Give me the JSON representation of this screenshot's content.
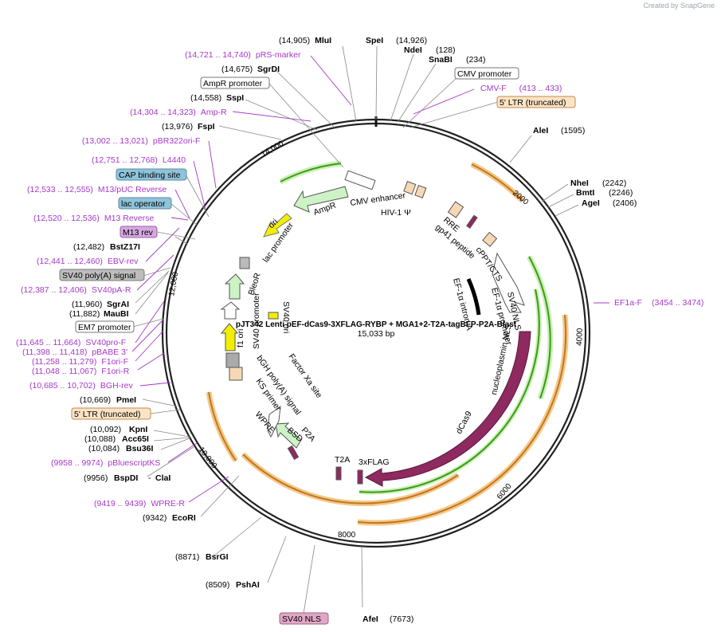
{
  "credit": "Created by SnapGene",
  "plasmid": {
    "name": "pJT342 Lenti pEF-dCas9-3XFLAG-RYBP + MGA1+2-T2A-tagBFP-P2A-Blast",
    "length_text": "15,033 bp",
    "length": 15033
  },
  "ticks": [
    {
      "label": "2000",
      "bp": 2000
    },
    {
      "label": "4000",
      "bp": 4000
    },
    {
      "label": "6000",
      "bp": 6000
    },
    {
      "label": "8000",
      "bp": 8000
    },
    {
      "label": "10,000",
      "bp": 10000
    },
    {
      "label": "12,000",
      "bp": 12000
    },
    {
      "label": "14,000",
      "bp": 14000
    }
  ],
  "enzymes_right": [
    {
      "name": "MluI",
      "pos": "(14,905)"
    },
    {
      "name": "SpeI",
      "pos": "(14,926)"
    },
    {
      "name": "NdeI",
      "pos": "(128)"
    },
    {
      "name": "SnaBI",
      "pos": "(234)"
    },
    {
      "name": "AleI",
      "pos": "(1595)"
    },
    {
      "name": "NheI",
      "pos": "(2242)"
    },
    {
      "name": "BmtI",
      "pos": "(2246)"
    },
    {
      "name": "AgeI",
      "pos": "(2406)"
    },
    {
      "name": "AfeI",
      "pos": "(7673)"
    }
  ],
  "enzymes_left": [
    {
      "name": "SgrDI",
      "pos": "(14,675)"
    },
    {
      "name": "SspI",
      "pos": "(14,558)"
    },
    {
      "name": "FspI",
      "pos": "(13,976)"
    },
    {
      "name": "BstZ17I",
      "pos": "(12,482)"
    },
    {
      "name": "SgrAI",
      "pos": "(11,960)"
    },
    {
      "name": "MauBI",
      "pos": "(11,882)"
    },
    {
      "name": "PmeI",
      "pos": "(10,669)"
    },
    {
      "name": "KpnI",
      "pos": "(10,092)"
    },
    {
      "name": "Acc65I",
      "pos": "(10,088)"
    },
    {
      "name": "Bsu36I",
      "pos": "(10,084)"
    },
    {
      "name": "BspDI",
      "pos": "(9956)"
    },
    {
      "name": "ClaI",
      "pos": ""
    },
    {
      "name": "EcoRI",
      "pos": "(9342)"
    },
    {
      "name": "BsrGI",
      "pos": "(8871)"
    },
    {
      "name": "PshAI",
      "pos": "(8509)"
    }
  ],
  "primers": [
    {
      "name": "pRS-marker",
      "range": "(14,721 .. 14,740)"
    },
    {
      "name": "Amp-R",
      "range": "(14,304 .. 14,323)"
    },
    {
      "name": "pBR322ori-F",
      "range": "(13,002 .. 13,021)"
    },
    {
      "name": "L4440",
      "range": "(12,751 .. 12,768)"
    },
    {
      "name": "M13/pUC Reverse",
      "range": "(12,533 .. 12,555)"
    },
    {
      "name": "M13 Reverse",
      "range": "(12,520 .. 12,536)"
    },
    {
      "name": "EBV-rev",
      "range": "(12,441 .. 12,460)"
    },
    {
      "name": "SV40pA-R",
      "range": "(12,387 .. 12,406)"
    },
    {
      "name": "SV40pro-F",
      "range": "(11,645 .. 11,664)"
    },
    {
      "name": "pBABE 3'",
      "range": "(11,398 .. 11,418)"
    },
    {
      "name": "F1ori-F",
      "range": "(11,258 .. 11,279)"
    },
    {
      "name": "F1ori-R",
      "range": "(11,048 .. 11,067)"
    },
    {
      "name": "BGH-rev",
      "range": "(10,685 .. 10,702)"
    },
    {
      "name": "pBluescriptKS",
      "range": "(9958 .. 9974)"
    },
    {
      "name": "WPRE-R",
      "range": "(9419 .. 9439)"
    },
    {
      "name": "CMV-F",
      "range": "(413 .. 433)"
    },
    {
      "name": "EF1a-F",
      "range": "(3454 .. 3474)"
    }
  ],
  "boxed_labels": [
    {
      "text": "CMV promoter",
      "style": "white"
    },
    {
      "text": "5' LTR (truncated)",
      "style": "orange"
    },
    {
      "text": "AmpR promoter",
      "style": "white"
    },
    {
      "text": "CAP binding site",
      "style": "blue"
    },
    {
      "text": "lac operator",
      "style": "blue"
    },
    {
      "text": "M13 rev",
      "style": "purple"
    },
    {
      "text": "SV40 poly(A) signal",
      "style": "gray"
    },
    {
      "text": "EM7 promoter",
      "style": "white"
    },
    {
      "text": "5' LTR (truncated)",
      "style": "orange"
    },
    {
      "text": "SV40 NLS",
      "style": "pink"
    }
  ],
  "inner_features": [
    "AmpR",
    "ori",
    "lac promoter",
    "CMV enhancer",
    "HIV-1 Ψ",
    "RRE",
    "gp41 peptide",
    "cPPT/CTS",
    "EF-1α promoter",
    "EF-1α intron A",
    "SV40 NLS",
    "nucleoplasmin NLS",
    "dCas9",
    "3xFLAG",
    "T2A",
    "P2A",
    "BSD",
    "WPRE",
    "KS primer",
    "bGH poly(A) signal",
    "Factor Xa site",
    "SV40 ori",
    "SV40 promoter",
    "BleoR",
    "f1 ori"
  ],
  "colors": {
    "backbone": "#222222",
    "primer": "#a638c9",
    "cds": "#8e2a60",
    "ltr": "#f6d8b4",
    "orange_arc": "#d98c1c",
    "green_arc": "#4ea81a",
    "ori": "#f2ee00",
    "promoter": "#ffffff",
    "marker": "#cdf2c6"
  }
}
